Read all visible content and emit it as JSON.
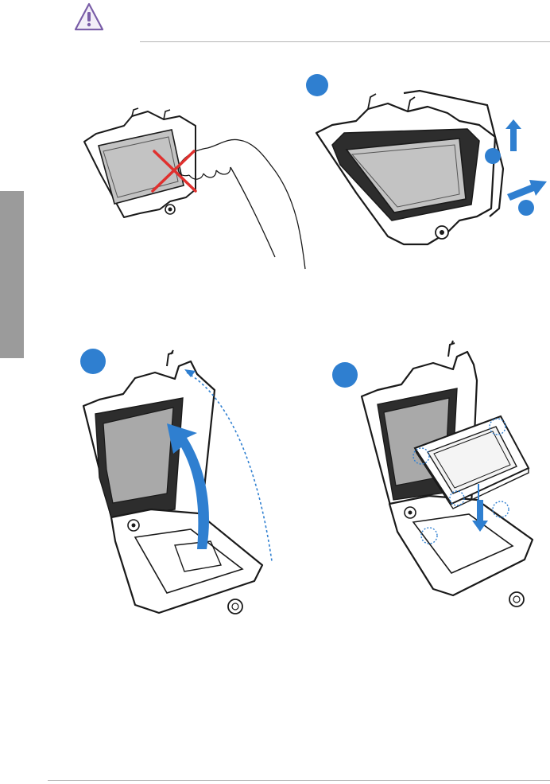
{
  "colors": {
    "accent_blue": "#2f7fd0",
    "warning_red": "#e0302e",
    "caution_purple": "#7a5ea8",
    "side_tab_gray": "#9b9b9b",
    "socket_gray": "#c3c3c3",
    "outline": "#1a1a1a"
  },
  "icons": {
    "warning": "caution-triangle-icon",
    "step_marker": "blue-circle-step-marker",
    "no_touch": "red-x-icon"
  },
  "panels": [
    {
      "name": "do-not-touch-contacts",
      "marker": "red-x"
    },
    {
      "name": "release-load-lever",
      "marker": "blue-circle"
    },
    {
      "name": "lift-load-plate",
      "marker": "blue-circle"
    },
    {
      "name": "place-cpu",
      "marker": "blue-circle"
    }
  ]
}
